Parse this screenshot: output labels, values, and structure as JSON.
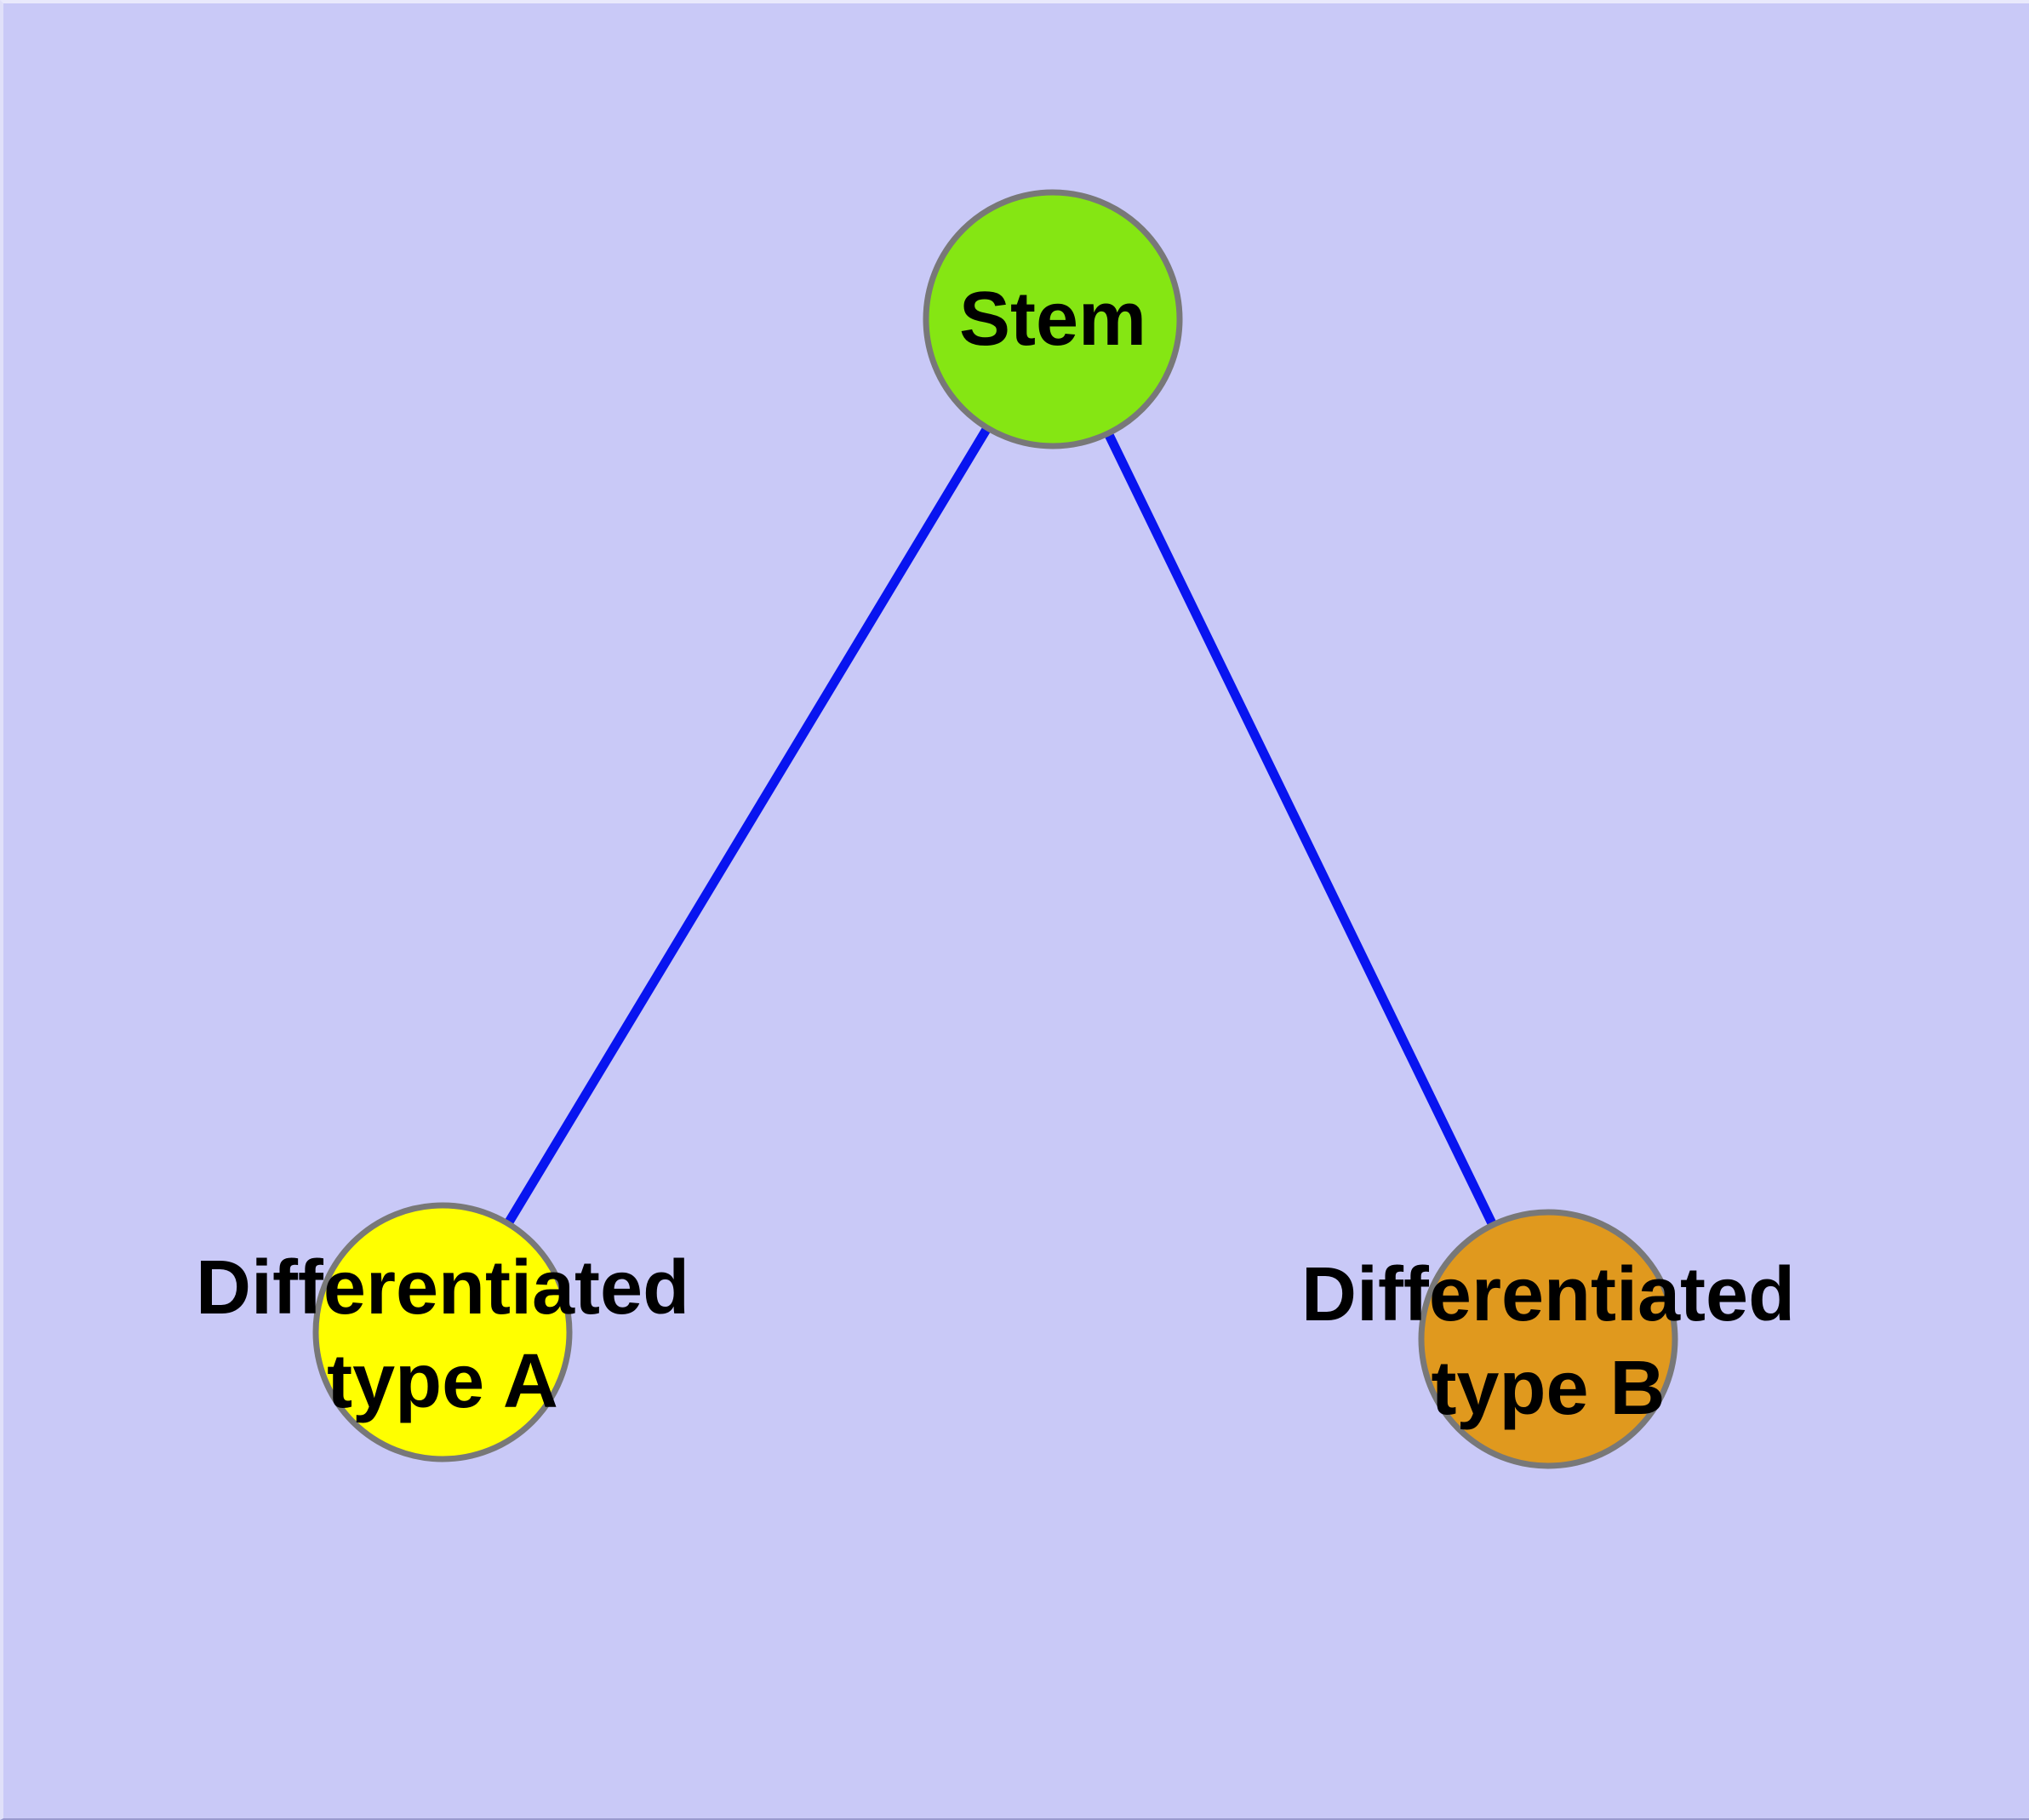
{
  "diagram": {
    "background_color": "#c9c9f7",
    "text_color": "#000000",
    "node_border_color": "#787878",
    "nodes": {
      "stem": {
        "label": "Stem",
        "fill": "#85e613"
      },
      "type_a": {
        "label_line1": "Differentiated",
        "label_line2": "type A",
        "fill": "#ffff00"
      },
      "type_b": {
        "label_line1": "Differentiated",
        "label_line2": "type B",
        "fill": "#e0991e"
      }
    },
    "edges": {
      "color": "#0814f0",
      "list": [
        {
          "from": "Stem",
          "to": "Differentiated type A"
        },
        {
          "from": "Stem",
          "to": "Differentiated type B"
        }
      ]
    }
  }
}
